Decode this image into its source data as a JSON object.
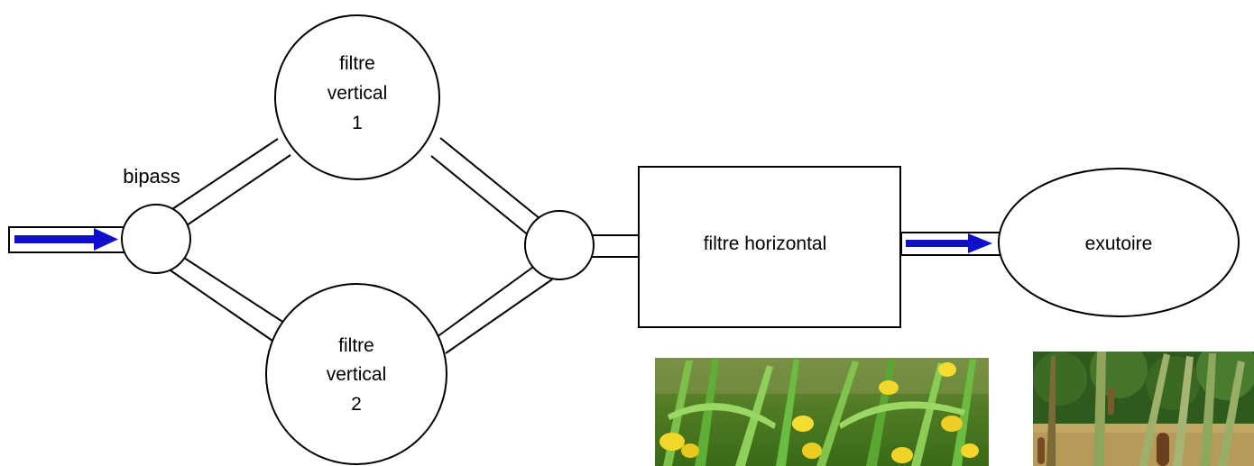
{
  "nodes": {
    "bipass": {
      "label": "bipass"
    },
    "filtre_vertical_1": {
      "lines": [
        "filtre",
        "vertical",
        "1"
      ]
    },
    "filtre_vertical_2": {
      "lines": [
        "filtre",
        "vertical",
        "2"
      ]
    },
    "filtre_horizontal": {
      "label": "filtre horizontal"
    },
    "exutoire": {
      "label": "exutoire"
    }
  },
  "photos": [
    {
      "name": "iris-photo",
      "subject": "yellow iris flowers"
    },
    {
      "name": "cattail-photo",
      "subject": "cattails (typha)"
    }
  ],
  "colors": {
    "flow_arrow": "#1010cc",
    "stroke": "#000000"
  }
}
